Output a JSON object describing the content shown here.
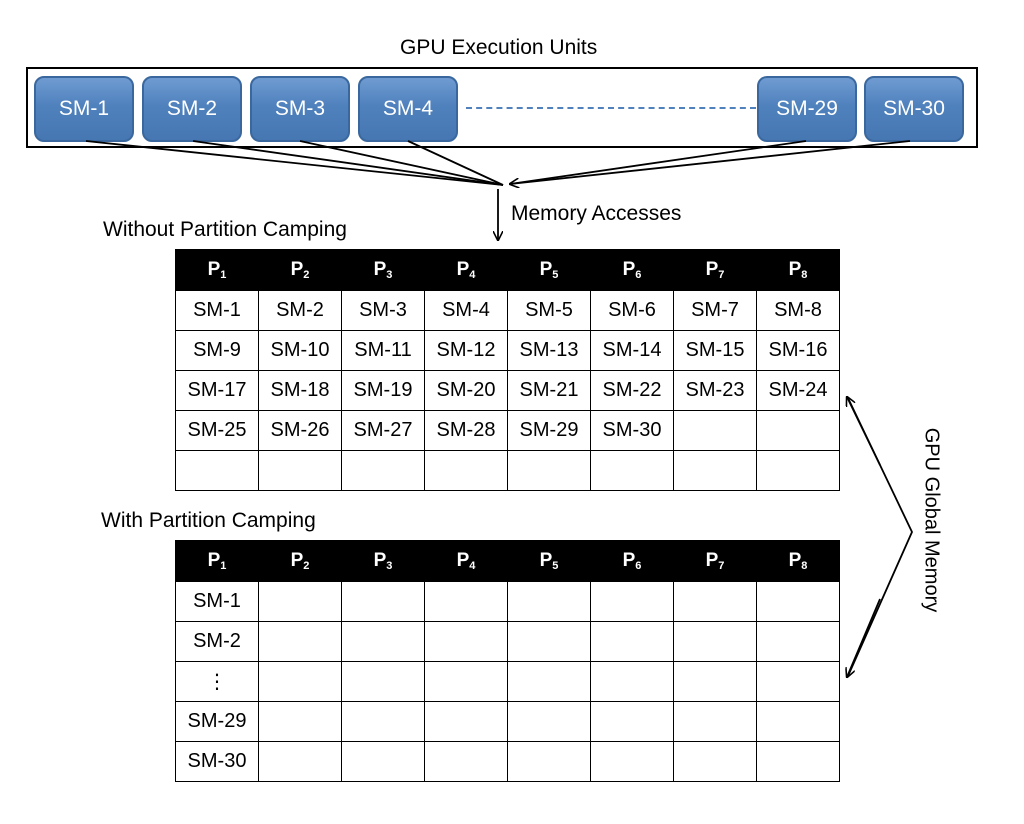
{
  "top_title": "GPU Execution Units",
  "execution_units": [
    "SM-1",
    "SM-2",
    "SM-3",
    "SM-4",
    "SM-29",
    "SM-30"
  ],
  "memory_label": "Memory Accesses",
  "without": {
    "title": "Without Partition Camping",
    "headers": [
      "P1",
      "P2",
      "P3",
      "P4",
      "P5",
      "P6",
      "P7",
      "P8"
    ],
    "rows": [
      [
        "SM-1",
        "SM-2",
        "SM-3",
        "SM-4",
        "SM-5",
        "SM-6",
        "SM-7",
        "SM-8"
      ],
      [
        "SM-9",
        "SM-10",
        "SM-11",
        "SM-12",
        "SM-13",
        "SM-14",
        "SM-15",
        "SM-16"
      ],
      [
        "SM-17",
        "SM-18",
        "SM-19",
        "SM-20",
        "SM-21",
        "SM-22",
        "SM-23",
        "SM-24"
      ],
      [
        "SM-25",
        "SM-26",
        "SM-27",
        "SM-28",
        "SM-29",
        "SM-30",
        "",
        ""
      ],
      [
        "",
        "",
        "",
        "",
        "",
        "",
        "",
        ""
      ]
    ]
  },
  "with": {
    "title": "With Partition Camping",
    "headers": [
      "P1",
      "P2",
      "P3",
      "P4",
      "P5",
      "P6",
      "P7",
      "P8"
    ],
    "rows": [
      [
        "SM-1",
        "",
        "",
        "",
        "",
        "",
        "",
        ""
      ],
      [
        "SM-2",
        "",
        "",
        "",
        "",
        "",
        "",
        ""
      ],
      [
        "⋮",
        "",
        "",
        "",
        "",
        "",
        "",
        ""
      ],
      [
        "SM-29",
        "",
        "",
        "",
        "",
        "",
        "",
        ""
      ],
      [
        "SM-30",
        "",
        "",
        "",
        "",
        "",
        "",
        ""
      ]
    ]
  },
  "side_label": "GPU Global Memory",
  "colors": {
    "sm_fill": "#4f81bd",
    "sm_border": "#3a689e",
    "dash": "#4f81bd",
    "header_bg": "#000000"
  }
}
